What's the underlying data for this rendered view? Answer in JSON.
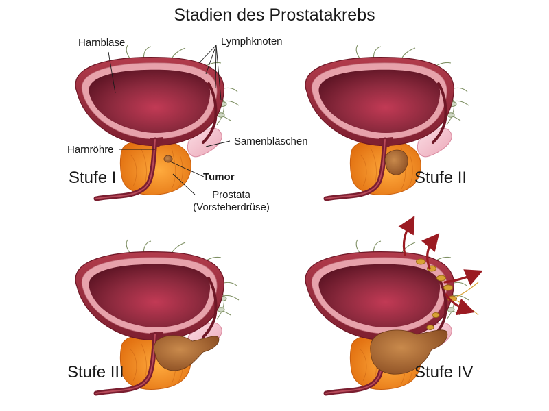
{
  "title": "Stadien des Prostatakrebs",
  "labels": {
    "harnblase": "Harnblase",
    "lymphknoten": "Lymphknoten",
    "samenblaeschen": "Samenbläschen",
    "harnroehre": "Harnröhre",
    "tumor": "Tumor",
    "prostata": "Prostata",
    "vorsteherdruese": "(Vorsteherdrüse)"
  },
  "stages": [
    {
      "label": "Stufe I"
    },
    {
      "label": "Stufe II"
    },
    {
      "label": "Stufe III"
    },
    {
      "label": "Stufe IV"
    }
  ],
  "colors": {
    "bladder_wall": "#8b2535",
    "bladder_outer_light": "#e9a7ad",
    "bladder_inner": "#6a1a2a",
    "prostate": "#f28a1c",
    "prostate_dark": "#d86c10",
    "urethra": "#7a1e30",
    "seminal_vesicle": "#f7c9d4",
    "lymph_node": "#cfd8c4",
    "lymph_node_metastasis": "#d8a235",
    "tumor": "#a0602c",
    "arrow": "#9b1b22"
  }
}
